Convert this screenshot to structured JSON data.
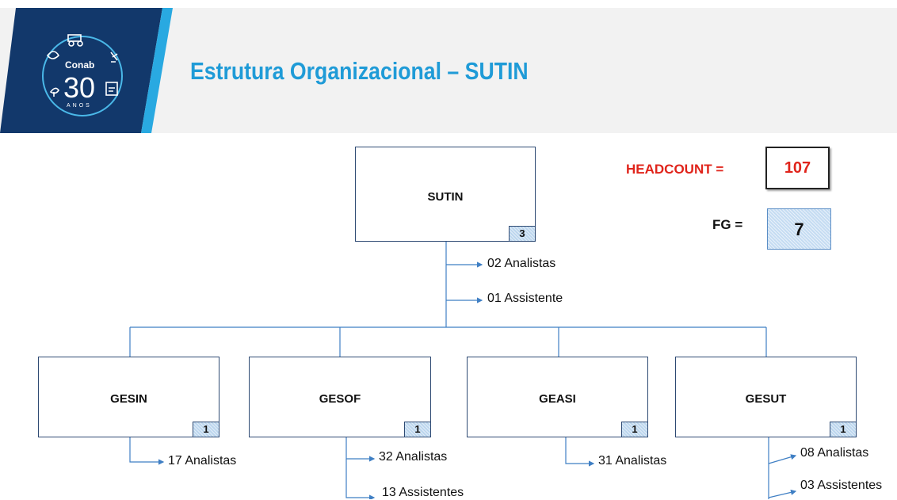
{
  "header": {
    "title": "Estrutura Organizacional – SUTIN",
    "logo": {
      "brand": "Conab",
      "number": "30",
      "sub": "ANOS"
    }
  },
  "headcount": {
    "label": "HEADCOUNT =",
    "value": "107"
  },
  "fg": {
    "label": "FG =",
    "value": "7"
  },
  "root": {
    "name": "SUTIN",
    "badge": "3",
    "notes": [
      "02 Analistas",
      "01 Assistente"
    ]
  },
  "units": [
    {
      "name": "GESIN",
      "badge": "1",
      "notes": [
        "17 Analistas"
      ]
    },
    {
      "name": "GESOF",
      "badge": "1",
      "notes": [
        "32 Analistas",
        "13 Assistentes"
      ]
    },
    {
      "name": "GEASI",
      "badge": "1",
      "notes": [
        "31 Analistas"
      ]
    },
    {
      "name": "GESUT",
      "badge": "1",
      "notes": [
        "08 Analistas",
        "03 Assistentes"
      ]
    }
  ],
  "colors": {
    "title": "#1f9bd7",
    "headcount": "#e0241b",
    "logo_navy": "#12386b",
    "logo_cyan": "#29a9e1",
    "line": "#3f7fc4"
  }
}
